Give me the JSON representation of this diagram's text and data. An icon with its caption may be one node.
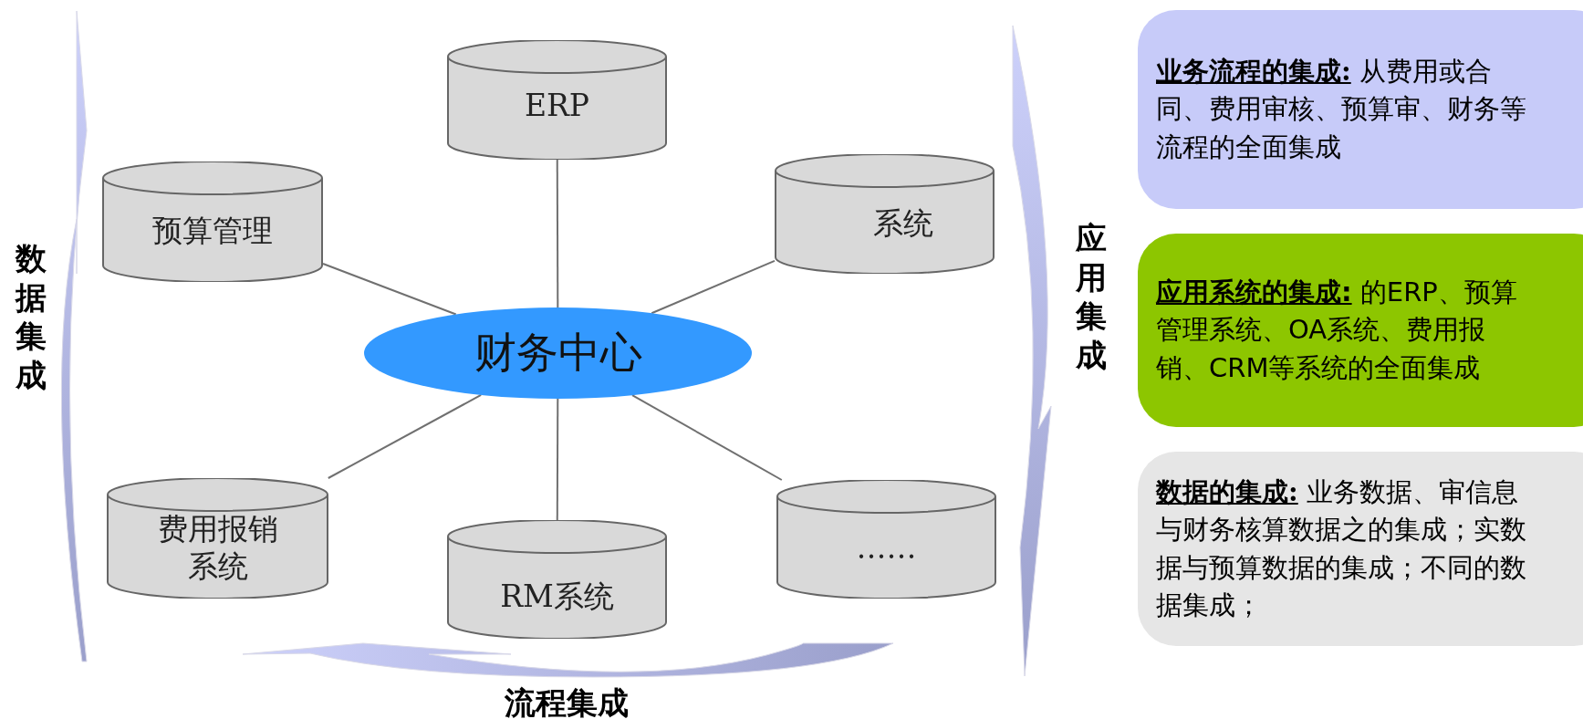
{
  "diagram": {
    "nodes": [
      {
        "text": [
          "ERP"
        ]
      },
      {
        "text": [
          "预算管理"
        ]
      },
      {
        "text": [
          "系统"
        ]
      },
      {
        "text": [
          "财务中心"
        ]
      },
      {
        "text": [
          "费用报销系统"
        ]
      },
      {
        "text": [
          "RM系统"
        ]
      },
      {
        "text": [
          "……"
        ]
      },
      {
        "text": [
          "业务流程的集成:",
          "从费用或合同、费用审核、预算审、财务等流程的全面集成"
        ]
      },
      {
        "text": [
          "应用系统的集成:",
          "的ERP、预算管理系统、OA系统、费用报销、CRM等系统的全面集成"
        ]
      },
      {
        "text": [
          "数据的集成:",
          "业务数据、审信息与财务核算数据之的集成；实数据与预算数据的集成；不同的数据集成；"
        ]
      }
    ],
    "edges": [
      {
        "from": 3,
        "to": 0,
        "arrow": "none"
      },
      {
        "from": 3,
        "to": 1,
        "arrow": "none"
      },
      {
        "from": 3,
        "to": 2,
        "arrow": "none"
      },
      {
        "from": 3,
        "to": 4,
        "arrow": "none"
      },
      {
        "from": 3,
        "to": 5,
        "arrow": "none"
      },
      {
        "from": 3,
        "to": 6,
        "arrow": "none"
      }
    ],
    "labels": [
      "数据集成",
      "应用集成",
      "流程集成"
    ]
  }
}
